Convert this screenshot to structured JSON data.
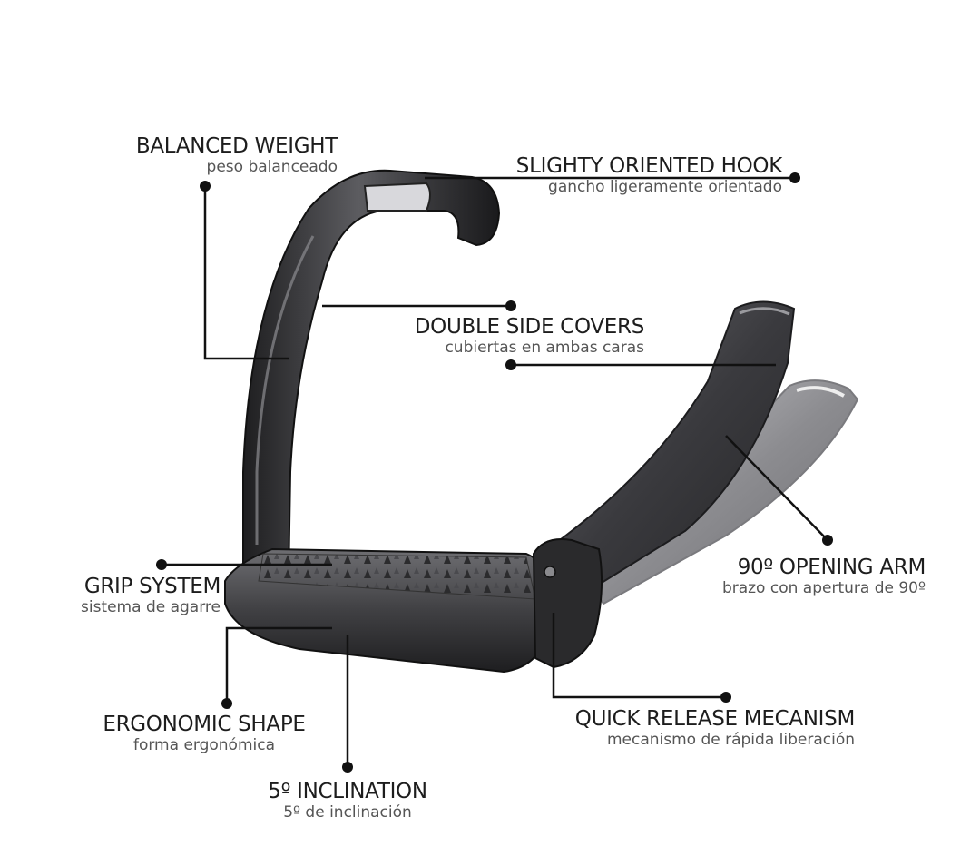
{
  "colors": {
    "metal_dark": "#2a2a2c",
    "metal_mid": "#5a5a5e",
    "metal_light": "#9a9a9e",
    "leader": "#111111",
    "title_text": "#1d1d1d",
    "subtitle_text": "#555555"
  },
  "callouts": {
    "balanced_weight": {
      "title": "BALANCED WEIGHT",
      "subtitle": "peso balanceado"
    },
    "slighty_oriented_hook": {
      "title": "SLIGHTY ORIENTED HOOK",
      "subtitle": "gancho ligeramente orientado"
    },
    "double_side_covers": {
      "title": "DOUBLE SIDE COVERS",
      "subtitle": "cubiertas en ambas caras"
    },
    "opening_arm": {
      "title": "90º OPENING ARM",
      "subtitle": "brazo con apertura de 90º"
    },
    "grip_system": {
      "title": "GRIP SYSTEM",
      "subtitle": "sistema de agarre"
    },
    "ergonomic_shape": {
      "title": "ERGONOMIC SHAPE",
      "subtitle": "forma ergonómica"
    },
    "quick_release": {
      "title": "QUICK RELEASE MECANISM",
      "subtitle": "mecanismo de rápida liberación"
    },
    "inclination": {
      "title": "5º INCLINATION",
      "subtitle": "5º de inclinación"
    }
  }
}
